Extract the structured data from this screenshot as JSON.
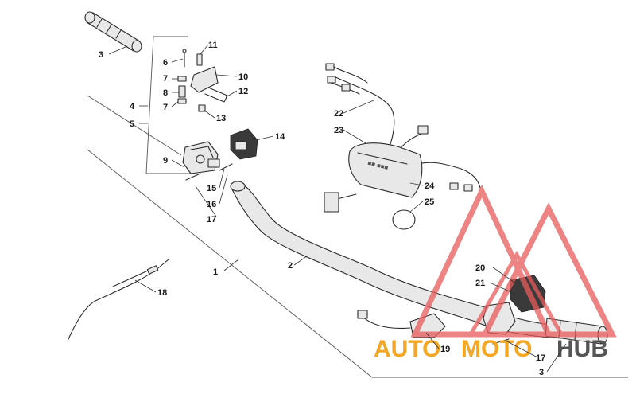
{
  "callouts": {
    "c1": "1",
    "c2": "2",
    "c3a": "3",
    "c3b": "3",
    "c4": "4",
    "c5": "5",
    "c6": "6",
    "c7a": "7",
    "c7b": "7",
    "c8": "8",
    "c9": "9",
    "c10": "10",
    "c11": "11",
    "c12": "12",
    "c13": "13",
    "c14": "14",
    "c15": "15",
    "c16": "16",
    "c17a": "17",
    "c17b": "17",
    "c18": "18",
    "c19": "19",
    "c20": "20",
    "c21": "21",
    "c22": "22",
    "c23": "23",
    "c24": "24",
    "c25": "25"
  },
  "watermark": {
    "part1": "AUTO",
    "part2": "MOTO",
    "part3": "HUB",
    "color_orange": "#f5a623",
    "color_gray": "#555555",
    "color_red": "#e85a5a"
  }
}
